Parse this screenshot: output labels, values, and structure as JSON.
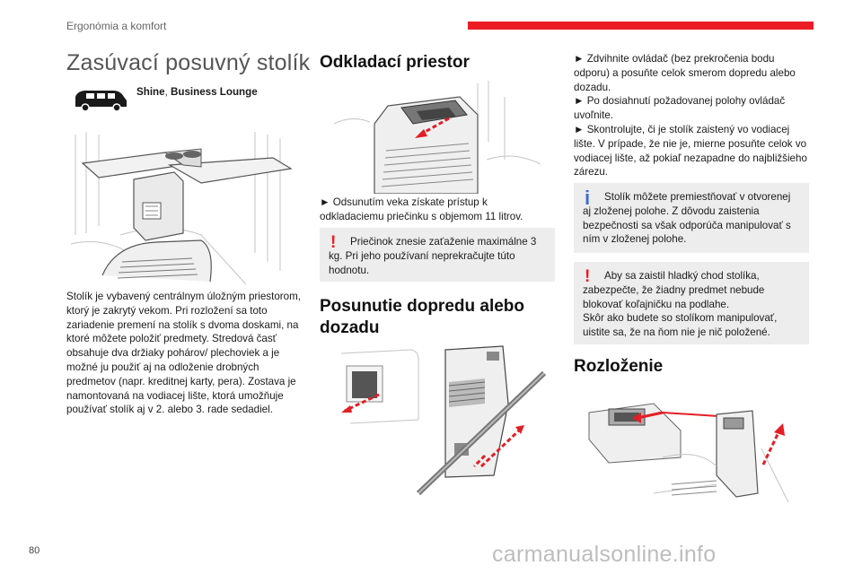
{
  "header": {
    "section": "Ergonómia a komfort",
    "accent": "#ec1c24"
  },
  "left": {
    "title": "Zasúvací posuvný stolík",
    "versions_bold1": "Shine",
    "versions_sep": ", ",
    "versions_bold2": "Business Lounge",
    "paragraph": "Stolík je vybavený centrálnym úložným priestorom, ktorý je zakrytý vekom. Pri rozložení sa toto zariadenie premení na stolík s dvoma doskami, na ktoré môžete položiť predmety. Stredová časť obsahuje dva držiaky pohárov/ plechoviek a je možné ju použiť aj na odloženie drobných predmetov (napr. kreditnej karty, pera). Zostava je namontovaná na vodiacej lište, ktorá umožňuje používať stolík aj v 2. alebo 3. rade sedadiel."
  },
  "middle": {
    "heading1": "Odkladací priestor",
    "step1": "► Odsunutím veka získate prístup k odkladaciemu priečinku s objemom 11 litrov.",
    "warning1_mark": "!",
    "warning1": "Priečinok znesie zaťaženie maximálne 3 kg. Pri jeho používaní neprekračujte túto hodnotu.",
    "heading2": "Posunutie dopredu alebo dozadu"
  },
  "right": {
    "steps": [
      "► Zdvihnite ovládač (bez prekročenia bodu odporu) a posuňte celok smerom dopredu alebo dozadu.",
      "► Po dosiahnutí požadovanej polohy ovládač uvoľnite.",
      "► Skontrolujte, či je stolík zaistený vo vodiacej lište. V prípade, že nie je, mierne posuňte celok vo vodiacej lište, až pokiaľ nezapadne do najbližšieho zárezu."
    ],
    "info_mark": "i",
    "info_color": "#3d6fd0",
    "info": "Stolík môžete premiestňovať v otvorenej aj zloženej polohe. Z dôvodu zaistenia bezpečnosti sa však odporúča manipulovať s ním v zloženej polohe.",
    "warning2_mark": "!",
    "warning2_line1": "Aby sa zaistil hladký chod stolíka, zabezpečte, že žiadny predmet nebude blokovať koľajničku na podlahe.",
    "warning2_line2": "Skôr ako budete so stolíkom manipulovať, uistite sa, že na ňom nie je nič položené.",
    "heading3": "Rozloženie"
  },
  "footer": {
    "page": "80",
    "watermark": "carmanualsonline.info"
  }
}
